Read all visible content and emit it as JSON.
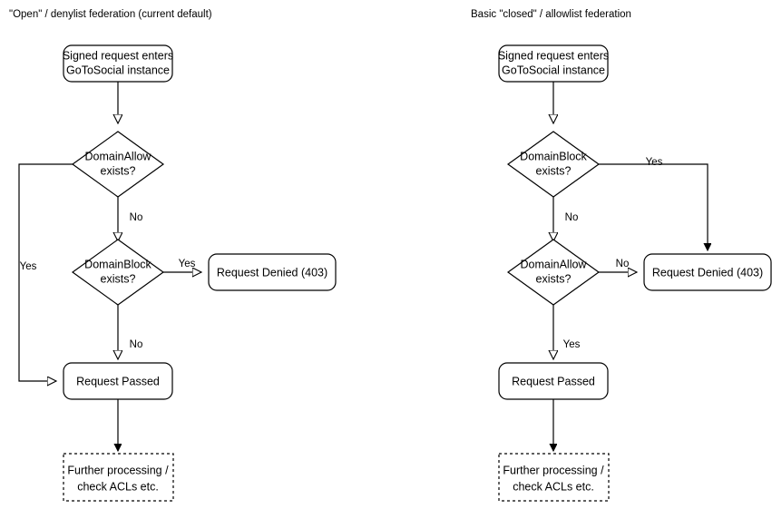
{
  "diagram": {
    "type": "flowchart",
    "background_color": "#ffffff",
    "line_color": "#000000",
    "text_color": "#000000",
    "columns": [
      {
        "id": "open-denylist",
        "title": "\"Open\" / denylist federation (current default)",
        "nodes": [
          {
            "id": "entry",
            "shape": "rounded-rect",
            "line1": "Signed request enters",
            "line2": "GoToSocial instance"
          },
          {
            "id": "domain-allow",
            "shape": "diamond",
            "line1": "DomainAllow",
            "line2": "exists?"
          },
          {
            "id": "domain-block",
            "shape": "diamond",
            "line1": "DomainBlock",
            "line2": "exists?"
          },
          {
            "id": "denied",
            "shape": "rounded-rect",
            "line1": "Request Denied (403)",
            "line2": ""
          },
          {
            "id": "passed",
            "shape": "rounded-rect",
            "line1": "Request Passed",
            "line2": ""
          },
          {
            "id": "further",
            "shape": "dashed-rect",
            "line1": "Further processing /",
            "line2": "check ACLs etc."
          }
        ],
        "edges": [
          {
            "from": "entry",
            "to": "domain-allow",
            "label": "",
            "arrow": "open"
          },
          {
            "from": "domain-allow",
            "to": "passed",
            "label": "Yes",
            "arrow": "open"
          },
          {
            "from": "domain-allow",
            "to": "domain-block",
            "label": "No",
            "arrow": "open"
          },
          {
            "from": "domain-block",
            "to": "denied",
            "label": "Yes",
            "arrow": "open"
          },
          {
            "from": "domain-block",
            "to": "passed",
            "label": "No",
            "arrow": "open"
          },
          {
            "from": "passed",
            "to": "further",
            "label": "",
            "arrow": "filled"
          }
        ]
      },
      {
        "id": "closed-allowlist",
        "title": "Basic \"closed\" / allowlist federation",
        "nodes": [
          {
            "id": "entry",
            "shape": "rounded-rect",
            "line1": "Signed request enters",
            "line2": "GoToSocial instance"
          },
          {
            "id": "domain-block",
            "shape": "diamond",
            "line1": "DomainBlock",
            "line2": "exists?"
          },
          {
            "id": "domain-allow",
            "shape": "diamond",
            "line1": "DomainAllow",
            "line2": "exists?"
          },
          {
            "id": "denied",
            "shape": "rounded-rect",
            "line1": "Request Denied (403)",
            "line2": ""
          },
          {
            "id": "passed",
            "shape": "rounded-rect",
            "line1": "Request Passed",
            "line2": ""
          },
          {
            "id": "further",
            "shape": "dashed-rect",
            "line1": "Further processing /",
            "line2": "check ACLs etc."
          }
        ],
        "edges": [
          {
            "from": "entry",
            "to": "domain-block",
            "label": "",
            "arrow": "open"
          },
          {
            "from": "domain-block",
            "to": "denied",
            "label": "Yes",
            "arrow": "filled"
          },
          {
            "from": "domain-block",
            "to": "domain-allow",
            "label": "No",
            "arrow": "open"
          },
          {
            "from": "domain-allow",
            "to": "denied",
            "label": "No",
            "arrow": "open"
          },
          {
            "from": "domain-allow",
            "to": "passed",
            "label": "Yes",
            "arrow": "open"
          },
          {
            "from": "passed",
            "to": "further",
            "label": "",
            "arrow": "filled"
          }
        ]
      }
    ]
  }
}
